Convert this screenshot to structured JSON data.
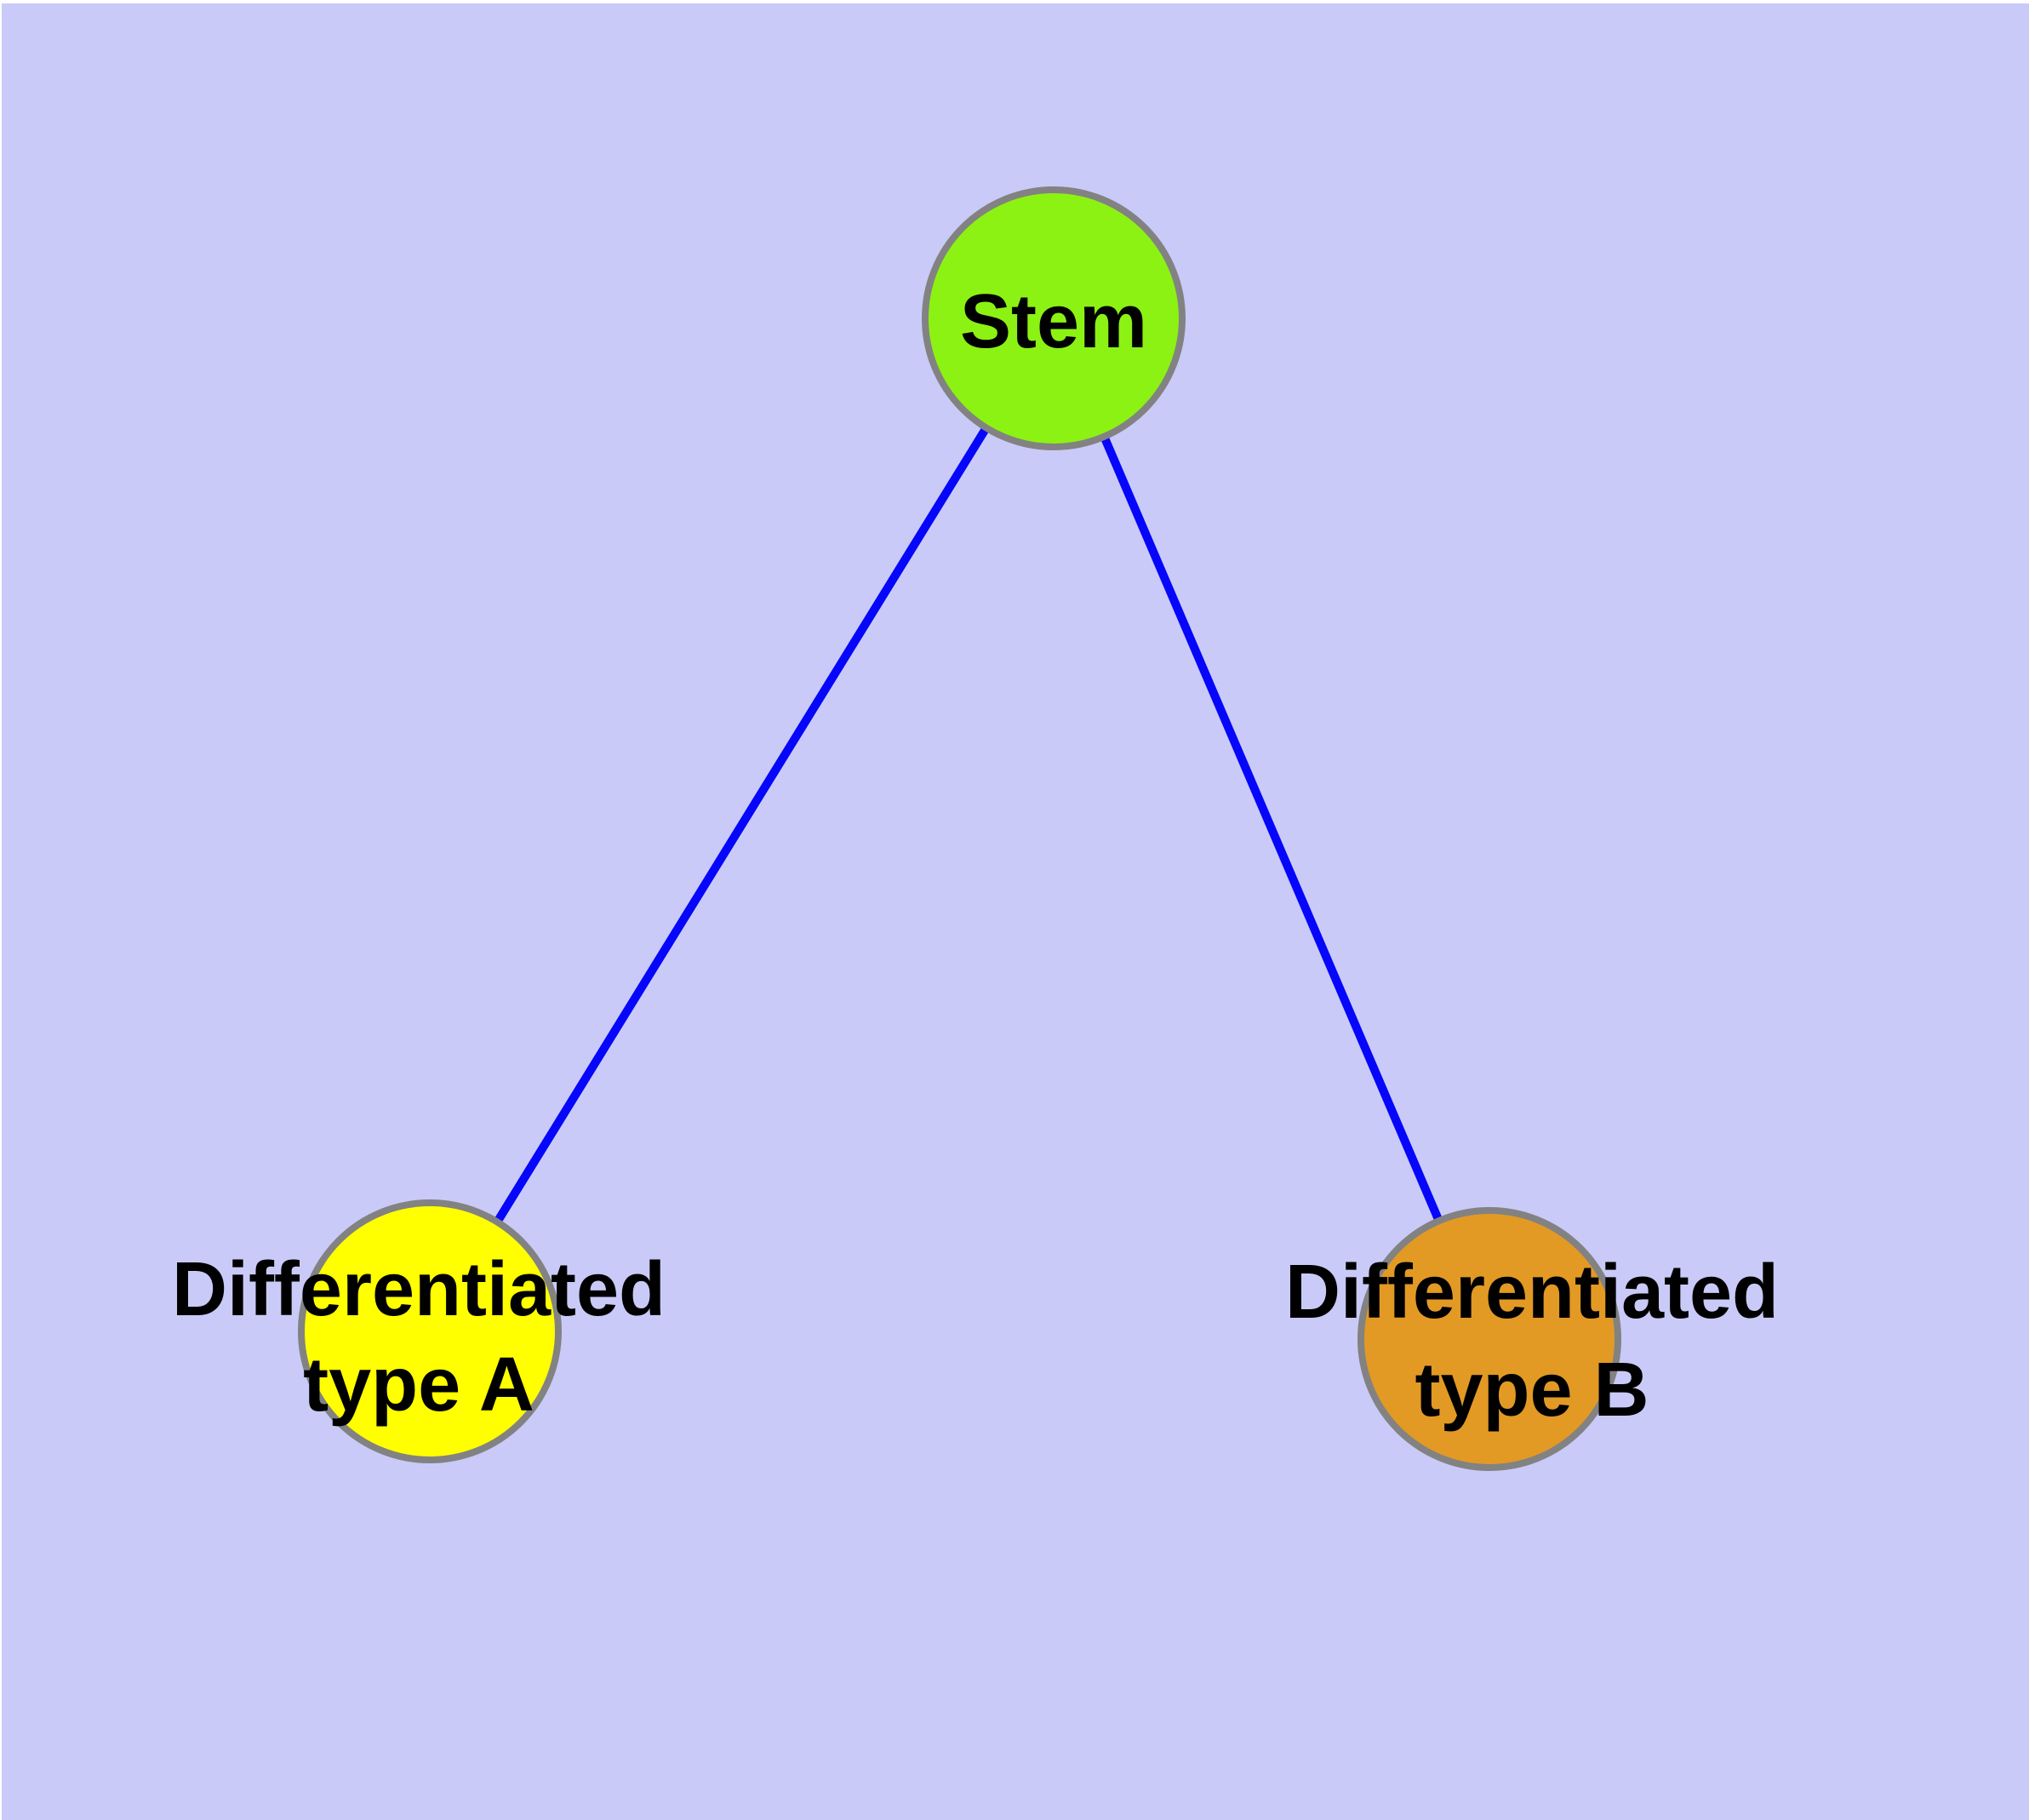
{
  "diagram": {
    "background_color": "#CACAF8",
    "margin_color": "#FFFFFF",
    "node_border_color": "#828282",
    "edge_color": "#0606FA",
    "label_color": "#000000",
    "nodes": [
      {
        "id": "stem",
        "label": "Stem",
        "color": "#8CF213"
      },
      {
        "id": "differentiated-type-a",
        "label_line1": "Differentiated",
        "label_line2": "type A",
        "color": "#FFFF00"
      },
      {
        "id": "differentiated-type-b",
        "label_line1": "Differentiated",
        "label_line2": "type B",
        "color": "#E29A25"
      }
    ],
    "edges": [
      {
        "from": "stem",
        "to": "differentiated-type-a"
      },
      {
        "from": "stem",
        "to": "differentiated-type-b"
      }
    ]
  }
}
